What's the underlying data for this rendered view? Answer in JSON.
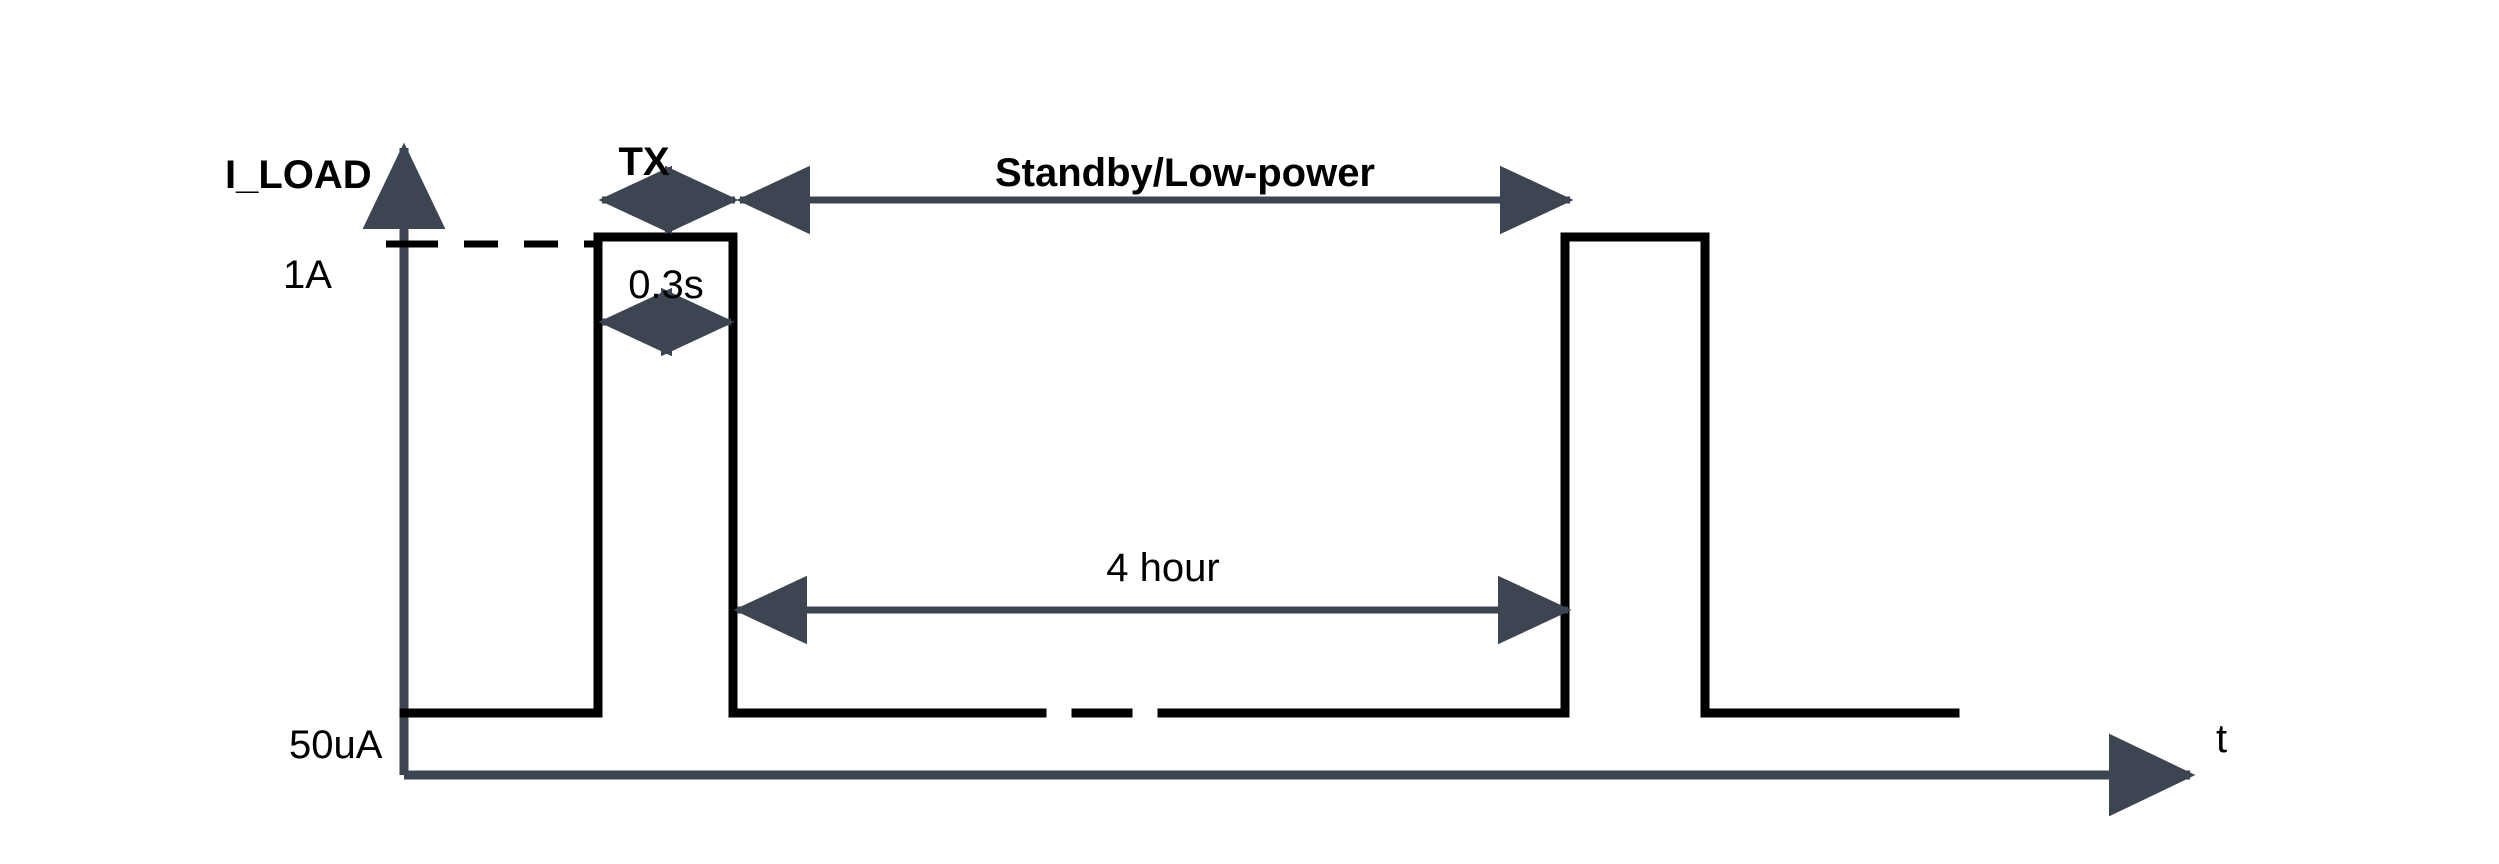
{
  "title": "I_LOAD duty-cycle timing diagram",
  "axes": {
    "y_label": "I_LOAD",
    "x_label": "t",
    "y_levels": [
      {
        "name": "high",
        "label": "1A",
        "value": 1,
        "unit": "A"
      },
      {
        "name": "low",
        "label": "50uA",
        "value": 50,
        "unit": "uA"
      }
    ]
  },
  "annotations": [
    {
      "name": "tx",
      "label": "TX",
      "bold": true
    },
    {
      "name": "standby",
      "label": "Standby/Low-power",
      "bold": true
    },
    {
      "name": "pulse-width",
      "label": "0.3s",
      "bold": false
    },
    {
      "name": "standby-duration",
      "label": "4 hour",
      "bold": false
    }
  ],
  "chart_data": {
    "type": "line",
    "title": "I_LOAD duty-cycle timing diagram",
    "xlabel": "t",
    "ylabel": "I_LOAD",
    "ytick_labels": [
      "1A",
      "50uA"
    ],
    "grid": false,
    "legend": false,
    "annotations": [
      "TX",
      "Standby/Low-power",
      "0.3s",
      "4 hour"
    ],
    "waveform": [
      {
        "segment": "idle-low",
        "level": "50uA"
      },
      {
        "segment": "tx-pulse-1",
        "level": "1A",
        "duration": "0.3s"
      },
      {
        "segment": "standby-1",
        "level": "50uA",
        "duration": "4 hour",
        "broken": true
      },
      {
        "segment": "tx-pulse-2",
        "level": "1A"
      },
      {
        "segment": "idle-low-tail",
        "level": "50uA"
      }
    ]
  },
  "colors": {
    "waveform": "#000000",
    "axis": "#3d4552",
    "arrow": "#3d4552",
    "text": "#000000",
    "background": "#ffffff"
  }
}
